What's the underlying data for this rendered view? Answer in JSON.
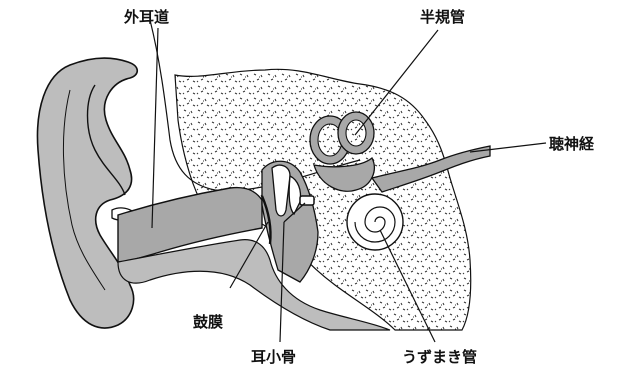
{
  "labels": {
    "outer_ear_canal": "外耳道",
    "semicircular_canals": "半規管",
    "auditory_nerve": "聴神経",
    "eardrum": "鼓膜",
    "ossicles": "耳小骨",
    "cochlea": "うずまき管"
  },
  "colors": {
    "outline": "#111111",
    "auricle_fill": "#bdbdbd",
    "tissue_fill": "#a8a8a8",
    "bone_fill": "#ffffff",
    "stipple": "#333333"
  }
}
